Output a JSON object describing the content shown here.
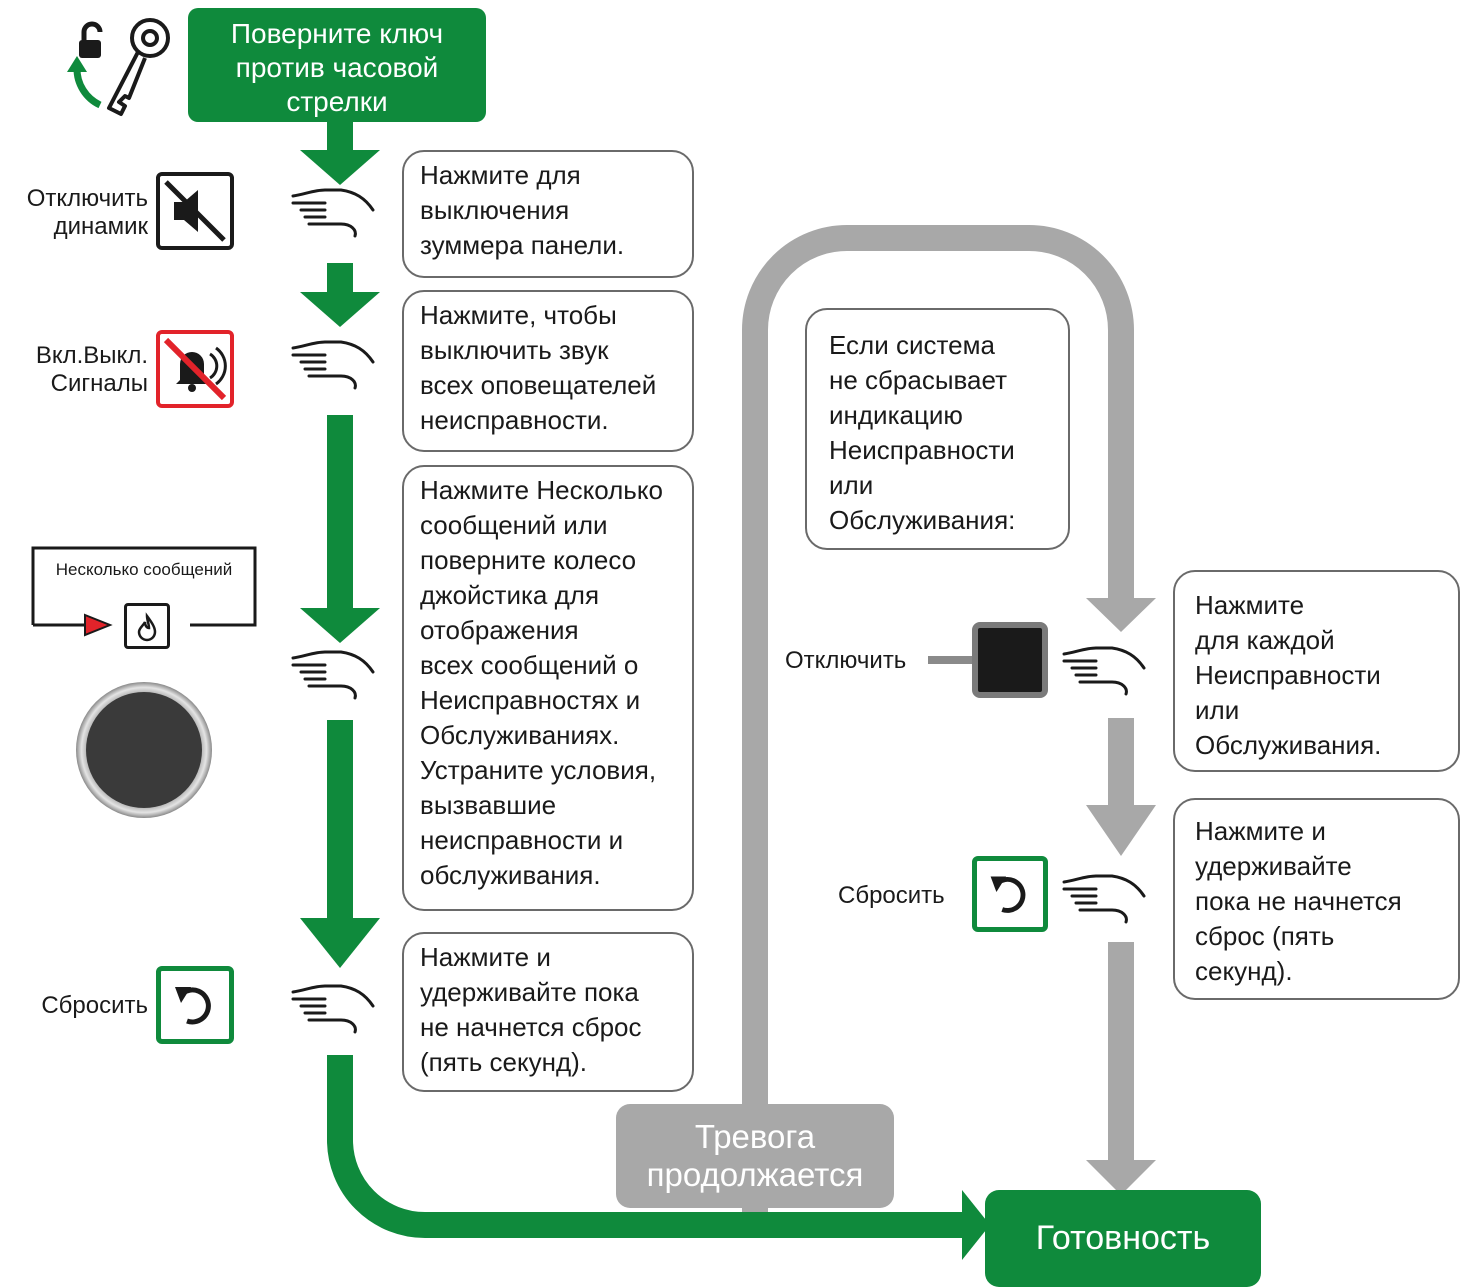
{
  "colors": {
    "green": "#0f8a3c",
    "gray": "#a8a8a8",
    "red": "#e2232a",
    "dark": "#1a1a1a"
  },
  "start": {
    "title": "Поверните ключ\nпротив часовой\nстрелки",
    "icon": "key-unlock-icon"
  },
  "left_column": [
    {
      "label": "Отключить\nдинамик",
      "button_icon": "speaker-mute-icon",
      "text": "Нажмите для\nвыключения\nзуммера панели."
    },
    {
      "label": "Вкл.Выкл.\nСигналы",
      "button_icon": "bell-silence-icon",
      "text": "Нажмите, чтобы\nвыключить звук\nвсех оповещателей\nнеисправности."
    },
    {
      "label": "Несколько сообщений",
      "button_icon": "flame-icon",
      "text": "Нажмите Несколько\nсообщений или\nповерните колесо\nджойстика для\nотображения\nвсех сообщений о\nНеисправностях и\nОбслуживаниях.\nУстраните условия,\nвызвавшие\nнеисправности и\nобслуживания."
    },
    {
      "label": "Сбросить",
      "button_icon": "reset-icon",
      "text": "Нажмите и\nудерживайте пока\nне начнется сброс\n(пять секунд)."
    }
  ],
  "right_column": {
    "condition": "Если система\nне сбрасывает\nиндикацию\nНеисправности\nили\nОбслуживания:",
    "steps": [
      {
        "label": "Отключить",
        "button_icon": "black-square-button-icon",
        "text": "Нажмите\nдля каждой\nНеисправности\nили\nОбслуживания."
      },
      {
        "label": "Сбросить",
        "button_icon": "reset-icon",
        "text": "Нажмите и\nудерживайте\nпока не начнется\nсброс (пять\nсекунд)."
      }
    ]
  },
  "alarm": "Тревога\nпродолжается",
  "ready": "Готовность"
}
